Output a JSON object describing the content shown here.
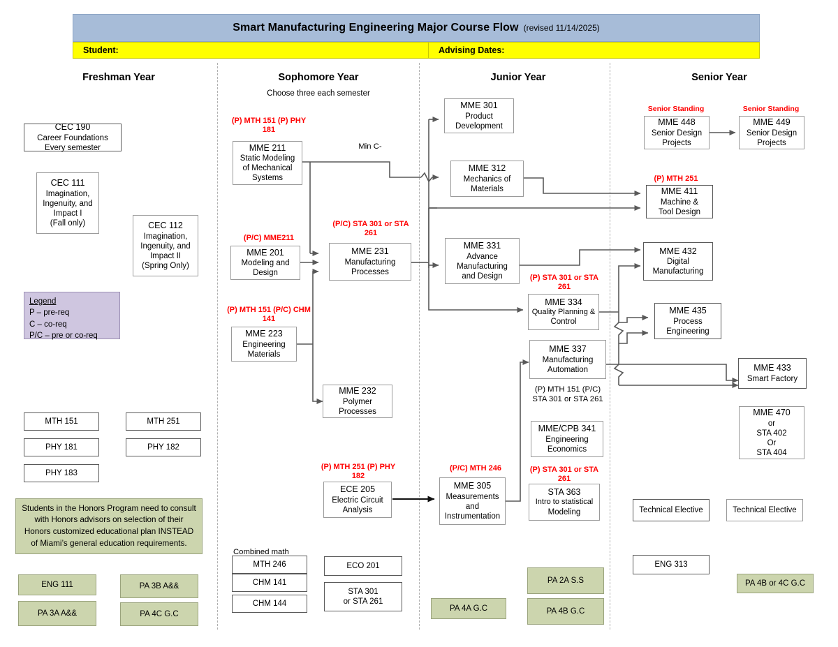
{
  "header": {
    "title": "Smart Manufacturing Engineering  Major Course Flow",
    "revision": "(revised 11/14/2025)",
    "student_label": "Student:",
    "advising_label": "Advising Dates:"
  },
  "columns": [
    {
      "name": "Freshman Year",
      "sub": ""
    },
    {
      "name": "Sophomore Year",
      "sub": "Choose three each semester"
    },
    {
      "name": "Junior Year",
      "sub": ""
    },
    {
      "name": "Senior Year",
      "sub": ""
    }
  ],
  "legend": {
    "title": "Legend",
    "lines": [
      "P – pre-req",
      "C – co-req",
      "P/C – pre or co-req"
    ]
  },
  "honors_note": "Students in the Honors Program need to consult with Honors advisors on selection of their Honors customized educational plan INSTEAD of Miami’s general education requirements.",
  "labels": {
    "min_c": "Min C-",
    "combined_math": "Combined math"
  },
  "freshman": {
    "cec190": [
      "CEC 190",
      "Career Foundations",
      "Every semester"
    ],
    "cec111": [
      "CEC 111",
      "Imagination,",
      "Ingenuity, and",
      "Impact I",
      "(Fall only)"
    ],
    "cec112": [
      "CEC 112",
      "Imagination,",
      "Ingenuity, and",
      "Impact II",
      "(Spring Only)"
    ],
    "mth151": [
      "MTH 151"
    ],
    "phy181": [
      "PHY 181"
    ],
    "phy183": [
      "PHY 183"
    ],
    "mth251": [
      "MTH 251"
    ],
    "phy182": [
      "PHY 182"
    ],
    "eng111": [
      "ENG 111"
    ],
    "pa3a": [
      "PA 3A A&&"
    ],
    "pa3b": [
      "PA 3B A&&"
    ],
    "pa4c": [
      "PA 4C G.C"
    ]
  },
  "sophomore": {
    "mme211": {
      "pre": [
        "(P) MTH 151",
        "(P) PHY 181"
      ],
      "lines": [
        "MME 211",
        "Static Modeling",
        "of Mechanical",
        "Systems"
      ]
    },
    "mme201": {
      "pre": [
        "(P/C) MME211"
      ],
      "lines": [
        "MME 201",
        "Modeling and",
        "Design"
      ]
    },
    "mme223": {
      "pre": [
        "(P) MTH 151",
        "(P/C) CHM 141"
      ],
      "lines": [
        "MME 223",
        "Engineering",
        "Materials"
      ]
    },
    "mme231": {
      "pre": [
        "(P/C) STA 301",
        "or STA 261"
      ],
      "lines": [
        "MME 231",
        "Manufacturing",
        "Processes"
      ]
    },
    "mme232": {
      "pre": [],
      "lines": [
        "MME 232",
        "Polymer",
        "Processes"
      ]
    },
    "ece205": {
      "pre": [
        "(P) MTH 251",
        "(P) PHY 182"
      ],
      "lines": [
        "ECE 205",
        "Electric Circuit",
        "Analysis"
      ]
    },
    "mth246": [
      "MTH 246"
    ],
    "chm141": [
      "CHM 141"
    ],
    "chm144": [
      "CHM 144"
    ],
    "eco201": [
      "ECO 201"
    ],
    "sta301": [
      "STA 301",
      "or STA 261"
    ]
  },
  "junior": {
    "mme301": {
      "pre": [],
      "lines": [
        "MME 301",
        "Product",
        "Development"
      ]
    },
    "mme312": {
      "pre": [],
      "lines": [
        "MME 312",
        "Mechanics of",
        "Materials"
      ]
    },
    "mme331": {
      "pre": [],
      "lines": [
        "MME 331",
        "Advance",
        "Manufacturing",
        "and Design"
      ]
    },
    "mme334": {
      "pre": [
        "(P) STA 301 or",
        "STA 261"
      ],
      "lines": [
        "MME 334",
        "Quality Planning &",
        "Control"
      ]
    },
    "mme337": {
      "pre": [],
      "lines": [
        "MME 337",
        "Manufacturing",
        "Automation"
      ]
    },
    "mme341": {
      "pre": [
        "(P) MTH 151",
        "(P/C) STA 301",
        "or STA 261"
      ],
      "lines": [
        "MME/CPB 341",
        "Engineering",
        "Economics"
      ]
    },
    "mme305": {
      "pre": [
        "(P/C) MTH 246"
      ],
      "lines": [
        "MME 305",
        "Measurements",
        "and",
        "Instrumentation"
      ]
    },
    "sta363": {
      "pre": [
        "(P) STA 301 or",
        "STA 261"
      ],
      "lines": [
        "STA 363",
        "Intro to statistical",
        "Modeling"
      ]
    },
    "pa4a": [
      "PA 4A G.C"
    ],
    "pa2a": [
      "PA 2A S.S"
    ],
    "pa4b": [
      "PA 4B G.C"
    ]
  },
  "senior": {
    "mme448": {
      "pre": [
        "Senior Standing"
      ],
      "lines": [
        "MME 448",
        "Senior Design",
        "Projects"
      ]
    },
    "mme449": {
      "pre": [
        "Senior Standing"
      ],
      "lines": [
        "MME 449",
        "Senior Design",
        "Projects"
      ]
    },
    "mme411": {
      "pre": [
        "(P) MTH 251"
      ],
      "lines": [
        "MME 411",
        "Machine &",
        "Tool Design"
      ]
    },
    "mme432": {
      "pre": [],
      "lines": [
        "MME 432",
        "Digital",
        "Manufacturing"
      ]
    },
    "mme435": {
      "pre": [],
      "lines": [
        "MME 435",
        "Process",
        "Engineering"
      ]
    },
    "mme433": {
      "pre": [],
      "lines": [
        "MME 433",
        "Smart Factory"
      ]
    },
    "mme470": {
      "pre": [],
      "lines": [
        "MME 470",
        "or",
        "STA 402",
        "Or",
        "STA 404"
      ]
    },
    "tech_elective_1": [
      "Technical Elective"
    ],
    "tech_elective_2": [
      "Technical Elective"
    ],
    "eng313": [
      "ENG 313"
    ],
    "pa4b4c": [
      "PA 4B or 4C G.C"
    ]
  },
  "colors": {
    "header_blue": "#a7bcd8",
    "bar_yellow": "#ffff00",
    "green": "#ccd5ae",
    "legend_purple": "#cfc6e0",
    "prereq_red": "#ff0000",
    "wire": "#595959"
  }
}
